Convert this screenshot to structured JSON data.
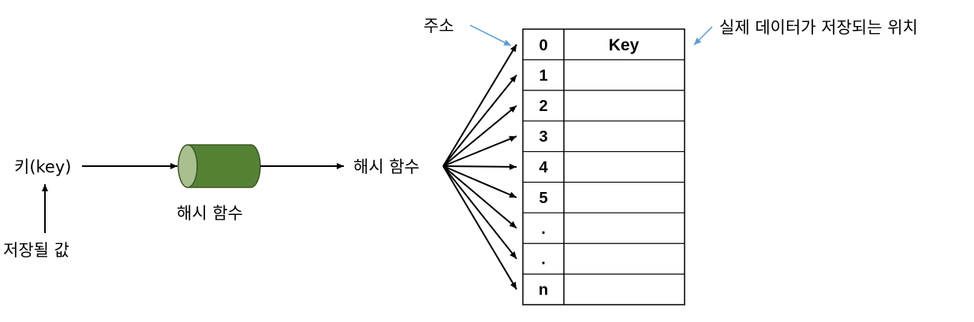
{
  "labels": {
    "key_input": "키(key)",
    "stored_value": "저장될 값",
    "hash_function_cylinder": "해시 함수",
    "hash_function": "해시 함수",
    "address": "주소",
    "storage_location": "실제 데이터가 저장되는 위치"
  },
  "table": {
    "header_address": "0",
    "header_value": "Key",
    "addresses": [
      "1",
      "2",
      "3",
      "4",
      "5",
      ".",
      ".",
      "n"
    ]
  },
  "colors": {
    "cylinder_body": "#548235",
    "cylinder_cap": "#a9c08e",
    "cylinder_stroke": "#385723",
    "annotation_arrow": "#5b9bd5",
    "line": "#000000"
  }
}
